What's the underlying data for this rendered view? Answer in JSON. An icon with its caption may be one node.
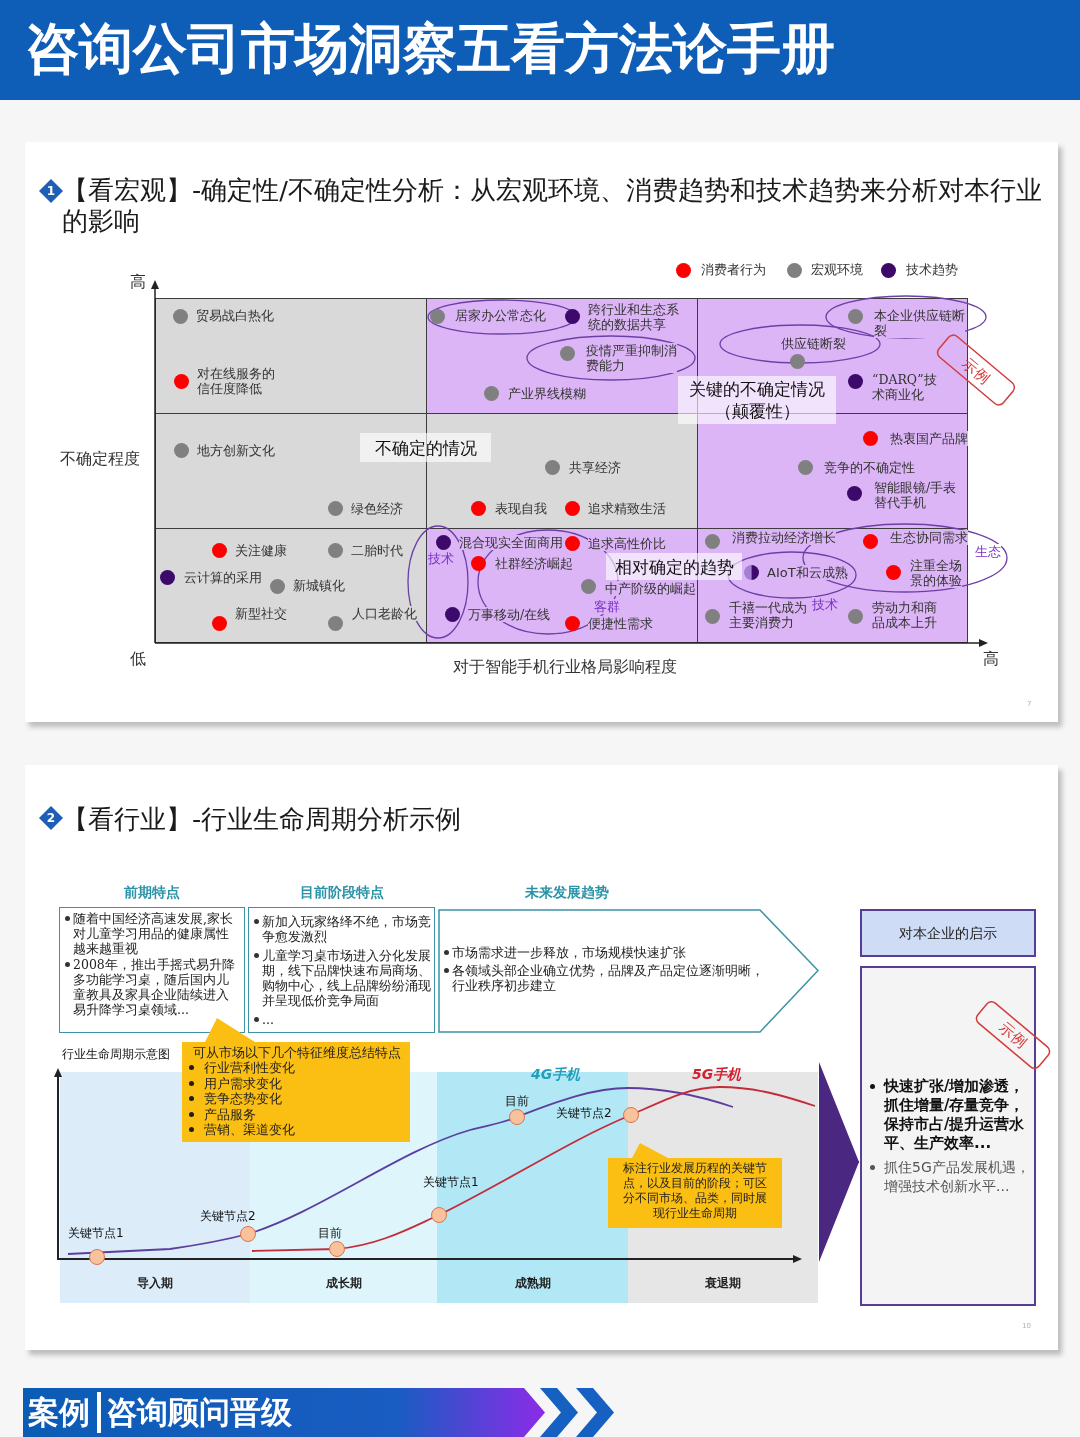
{
  "diagram": {
    "title": "咨询公司市场洞察五看方法论手册",
    "nodes": [
      {
        "text": [
          "【看宏观】-确定性/不确定性分析：从宏观环境、消费趋势和技术趋势来分析对本行业的影响"
        ]
      },
      {
        "text": [
          "1"
        ],
        "in": 0
      },
      {
        "text": [
          "贸易战白热化",
          "对在线服务的信任度降低"
        ],
        "in": 0
      },
      {
        "text": [
          "跨行业和生态系统的数据共享",
          "产业界线模糊"
        ],
        "in": 0
      },
      {
        "text": [
          "“DARQ”技术商业化"
        ],
        "in": 0
      },
      {
        "text": [
          "地方创新文化",
          "绿色经济"
        ],
        "in": 0
      },
      {
        "text": [
          "共享经济",
          "表现自我",
          "追求精致生活"
        ],
        "in": 0
      },
      {
        "text": [
          "热衷国产品牌",
          "竞争的不确定性",
          "智能眼镜/手表替代手机"
        ],
        "in": 0
      },
      {
        "text": [
          "关注健康",
          "二胎时代",
          "云计算的采用",
          "新城镇化",
          "新型社交",
          "人口老龄化"
        ],
        "in": 0
      },
      {
        "text": [
          "追求高性价比",
          "中产阶级的崛起",
          "便捷性需求"
        ],
        "in": 0
      },
      {
        "text": [
          "消费拉动经济增长",
          "千禧一代成为主要消费力",
          "劳动力和商品成本上升"
        ],
        "in": 0
      },
      {
        "text": [
          "不确定的情况"
        ],
        "in": 0
      },
      {
        "text": [
          "关键的不确定情况（颠覆性）"
        ],
        "in": 0
      },
      {
        "text": [
          "相对确定的趋势"
        ],
        "in": 0
      },
      {
        "text": [
          "居家办公常态化"
        ],
        "in": 3
      },
      {
        "text": [
          "本企业供应链断裂"
        ],
        "in": 0
      },
      {
        "text": [
          "疫情严重抑制消费能力"
        ],
        "in": 3
      },
      {
        "text": [
          "供应链断裂"
        ],
        "in": 4
      },
      {
        "text": [
          "技术"
        ],
        "in": 0
      },
      {
        "text": [
          "混合现实全面商用",
          "社群经济崛起",
          "客群",
          "万事移动/在线"
        ],
        "in": 9
      },
      {
        "text": [
          "AIoT和云成熟",
          "技术"
        ],
        "in": 10
      },
      {
        "text": [
          "生态协同需求",
          "生态",
          "注重全场景的体验"
        ],
        "in": 0
      },
      {
        "text": [
          "示例"
        ],
        "in": 0
      },
      {
        "text": [
          "【看行业】-行业生命周期分析示例"
        ]
      },
      {
        "text": [
          "2"
        ],
        "in": 23
      },
      {
        "text": [
          "前期特点",
          "随着中国经济高速发展,家长对儿童学习用品的健康属性越来越重视",
          "2008年，推出手摇式易升降多功能学习桌，随后国内儿童教具及家具企业陆续进入易升降学习桌领域..."
        ],
        "in": 23
      },
      {
        "text": [
          "目前阶段特点",
          "新加入玩家络绎不绝，市场竞争愈发激烈",
          "儿童学习桌市场进入分化发展期，线下品牌快速布局商场、购物中心，线上品牌纷纷涌现并呈现低价竞争局面",
          "..."
        ],
        "in": 23
      },
      {
        "text": [
          "未来发展趋势",
          "市场需求进一步释放，市场规模快速扩张",
          "各领域头部企业确立优势，品牌及产品定位逐渐明晰，行业秩序初步建立"
        ],
        "in": 23
      },
      {
        "text": [
          "对本企业的启示"
        ],
        "in": 23
      },
      {
        "text": [
          "快速扩张/增加渗透，抓住增量/存量竞争，保持市占/提升运营水平、生产效率...",
          "抓住5G产品发展机遇，增强技术创新水平..."
        ],
        "in": 23
      },
      {
        "text": [
          "示例"
        ],
        "in": 23
      },
      {
        "text": [
          "可从市场以下几个特征维度总结特点",
          "行业营利性变化",
          "用户需求变化",
          "竞争态势变化",
          "产品服务",
          "营销、渠道变化"
        ],
        "in": 23
      },
      {
        "text": [
          "导入期"
        ],
        "in": 23
      },
      {
        "text": [
          "成长期"
        ],
        "in": 23
      },
      {
        "text": [
          "成熟期"
        ],
        "in": 23
      },
      {
        "text": [
          "衰退期"
        ],
        "in": 23
      },
      {
        "text": [],
        "shape": "circle",
        "beside": [
          "关键节点1"
        ],
        "in": 32
      },
      {
        "text": [],
        "shape": "circle",
        "beside": [
          "关键节点2"
        ],
        "in": 23
      },
      {
        "text": [],
        "shape": "circle",
        "beside": [
          "目前"
        ],
        "in": 33
      },
      {
        "text": [],
        "shape": "circle",
        "beside": [
          "关键节点1"
        ],
        "in": 23
      },
      {
        "text": [],
        "shape": "circle",
        "beside": [
          "目前"
        ],
        "in": 34
      },
      {
        "text": [],
        "shape": "circle",
        "beside": [
          "关键节点2"
        ],
        "in": 23
      },
      {
        "text": [
          "标注行业发展历程的关键节点，以及目前的阶段；可区分不同市场、品类，同时展现行业生命周期"
        ],
        "in": 23
      },
      {
        "text": [
          "案例",
          "咨询顾问晋级"
        ]
      }
    ],
    "edges": [
      {
        "from": 35,
        "to": 29,
        "arrow": "to"
      }
    ],
    "labels": [
      "高",
      "不确定程度",
      "低",
      "对于智能手机行业格局影响程度",
      "高",
      "7",
      "行业生命周期示意图",
      "4G手机",
      "5G手机",
      "10"
    ],
    "legend": [
      {
        "text": "消费者行为",
        "color": "#ff0000"
      },
      {
        "text": "宏观环境",
        "color": "#808080"
      },
      {
        "text": "技术趋势",
        "color": "#3d0a6b"
      }
    ]
  }
}
